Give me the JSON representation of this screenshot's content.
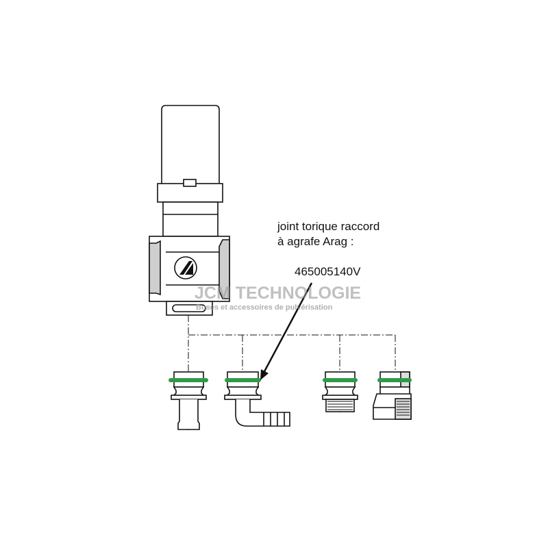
{
  "annotation": {
    "line1": "joint torique raccord",
    "line2": "à agrafe Arag :",
    "part_number": "465005140V"
  },
  "watermark": {
    "brand": "JCM TECHNOLOGIE",
    "tagline": "Buses et accessoires de pulvérisation"
  },
  "colors": {
    "oring": "#2e9a48",
    "line": "#111111",
    "shade": "#cfcfcf"
  }
}
